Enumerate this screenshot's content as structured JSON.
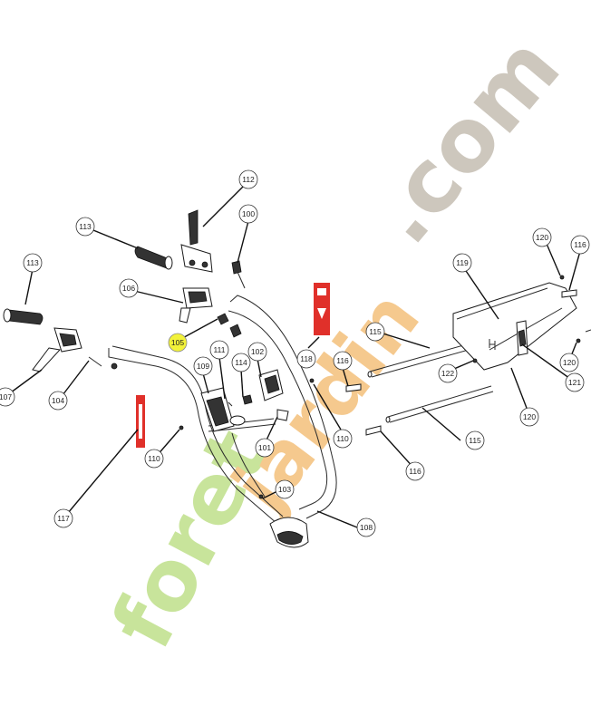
{
  "watermark": {
    "part_green": "foret",
    "part_orange": "jardin",
    "part_gray": ".com",
    "color_green": "#c8e49b",
    "color_orange": "#f5c98e",
    "color_gray": "#cdc7bd"
  },
  "highlight_color": "#f2f23a",
  "decal_color": "#e0302a",
  "callouts": [
    {
      "id": "c112",
      "label": "112"
    },
    {
      "id": "c100",
      "label": "100"
    },
    {
      "id": "c113a",
      "label": "113"
    },
    {
      "id": "c113b",
      "label": "113"
    },
    {
      "id": "c106",
      "label": "106"
    },
    {
      "id": "c105",
      "label": "105",
      "highlighted": true
    },
    {
      "id": "c107",
      "label": "107"
    },
    {
      "id": "c104",
      "label": "104"
    },
    {
      "id": "c111",
      "label": "111"
    },
    {
      "id": "c102",
      "label": "102"
    },
    {
      "id": "c109",
      "label": "109"
    },
    {
      "id": "c114",
      "label": "114"
    },
    {
      "id": "c118",
      "label": "118"
    },
    {
      "id": "c116a",
      "label": "116"
    },
    {
      "id": "c110a",
      "label": "110"
    },
    {
      "id": "c110b",
      "label": "110"
    },
    {
      "id": "c101",
      "label": "101"
    },
    {
      "id": "c103",
      "label": "103"
    },
    {
      "id": "c117",
      "label": "117"
    },
    {
      "id": "c108",
      "label": "108"
    },
    {
      "id": "c115a",
      "label": "115"
    },
    {
      "id": "c115b",
      "label": "115"
    },
    {
      "id": "c119",
      "label": "119"
    },
    {
      "id": "c120a",
      "label": "120"
    },
    {
      "id": "c116b",
      "label": "116"
    },
    {
      "id": "c122",
      "label": "122"
    },
    {
      "id": "c120b",
      "label": "120"
    },
    {
      "id": "c121",
      "label": "121"
    },
    {
      "id": "c120c",
      "label": "120"
    },
    {
      "id": "c116c",
      "label": "116"
    }
  ]
}
